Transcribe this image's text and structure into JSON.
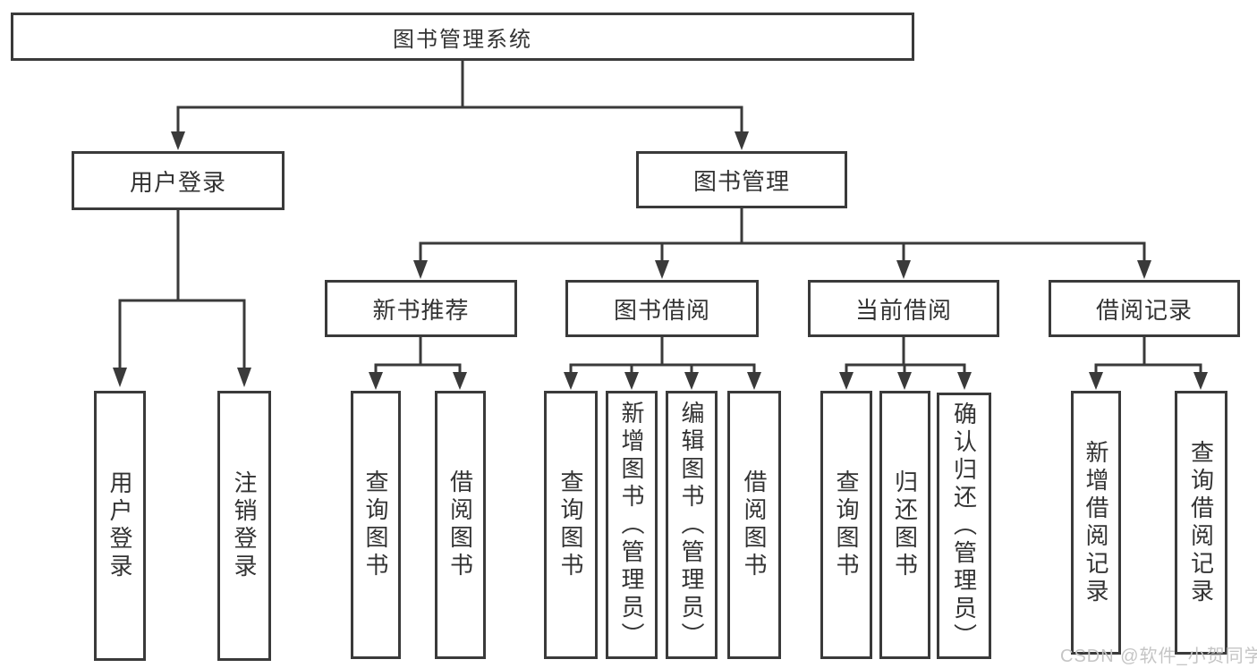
{
  "diagram": {
    "title": "图书管理系统",
    "nodes": {
      "root": {
        "label": "图书管理系统"
      },
      "user_login": {
        "label": "用户登录"
      },
      "book_management": {
        "label": "图书管理"
      },
      "new_book_recommend": {
        "label": "新书推荐"
      },
      "book_borrow": {
        "label": "图书借阅"
      },
      "current_borrow": {
        "label": "当前借阅"
      },
      "borrow_records": {
        "label": "借阅记录"
      },
      "login_user_login": {
        "label": "用户登录"
      },
      "login_logout": {
        "label": "注销登录"
      },
      "recommend_query_books": {
        "label": "查询图书"
      },
      "recommend_borrow_books": {
        "label": "借阅图书"
      },
      "borrow_query_books": {
        "label": "查询图书"
      },
      "borrow_add_books": {
        "label": "新增图书（管理员）"
      },
      "borrow_edit_books": {
        "label": "编辑图书（管理员）"
      },
      "borrow_borrow_books": {
        "label": "借阅图书"
      },
      "current_query_books": {
        "label": "查询图书"
      },
      "current_return_books": {
        "label": "归还图书"
      },
      "current_confirm_return": {
        "label": "确认归还（管理员）"
      },
      "records_add_record": {
        "label": "新增借阅记录"
      },
      "records_query_record": {
        "label": "查询借阅记录"
      }
    },
    "colors": {
      "line": "#3a3a3a",
      "text": "#333333",
      "watermark_text": "#c5c5c5"
    }
  },
  "watermark": {
    "text": "CSDN @软件_小贺同学"
  }
}
